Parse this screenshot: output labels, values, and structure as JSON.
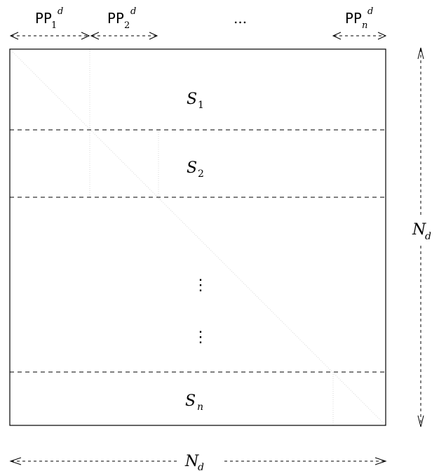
{
  "partitions": [
    {
      "base": "PP",
      "sub": "1",
      "sup": "d"
    },
    {
      "base": "PP",
      "sub": "2",
      "sup": "d"
    },
    {
      "base": "PP",
      "sub": "n",
      "sup": "d"
    }
  ],
  "ellipsis_horizontal": "...",
  "blocks": [
    {
      "base": "S",
      "sub": "1"
    },
    {
      "base": "S",
      "sub": "2"
    },
    {
      "base": "S",
      "sub": "n"
    }
  ],
  "vertical_ellipsis": "⋮",
  "dimension_label": {
    "base": "N",
    "sub": "d"
  }
}
